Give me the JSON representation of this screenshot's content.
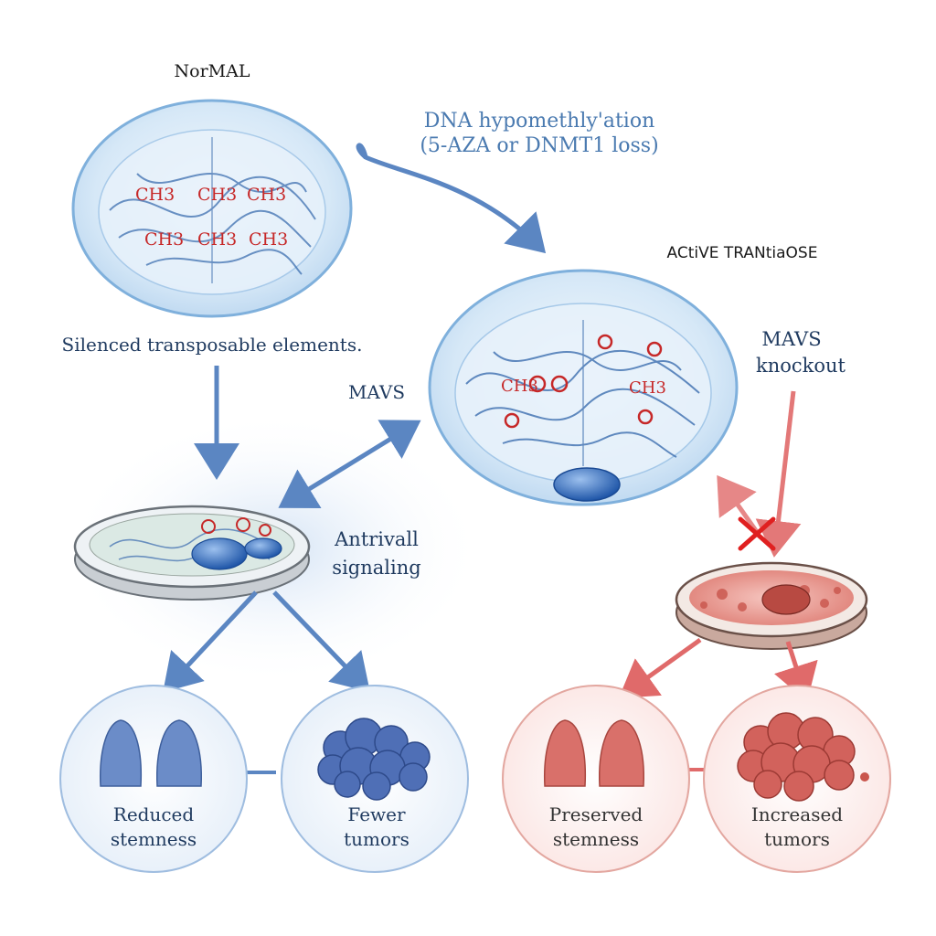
{
  "labels": {
    "normal": "NorMAL",
    "hypomethylation_line1": "DNA hypomethly'ation",
    "hypomethylation_line2": "(5-AZA or DNMT1 loss)",
    "active": "ACtiVE TRANtiaOSE",
    "silenced": "Silenced transposable elements.",
    "mavs": "MAVS",
    "mavs_knockout_line1": "MAVS",
    "mavs_knockout_line2": "knockout",
    "antiviral_line1": "Antrivall",
    "antiviral_line2": "signaling",
    "reduced_line1": "Reduced",
    "reduced_line2": "stemness",
    "fewer_line1": "Fewer",
    "fewer_line2": "tumors",
    "preserved_line1": "Preserved",
    "preserved_line2": "stemness",
    "increased_line1": "Increased",
    "increased_line2": "tumors"
  },
  "methyl_groups": [
    "CH3",
    "CH3",
    "CH3",
    "CH3",
    "CH3",
    "CH3"
  ],
  "active_marks": [
    "CH3",
    "CH3"
  ],
  "colors": {
    "cell_blue": "#dcecf8",
    "cell_border": "#7fb0dc",
    "arrow_blue": "#5b86c2",
    "arrow_red": "#e06a6a",
    "text_navy": "#1f3a5f",
    "methyl_red": "#c62828",
    "tissue_red": "#d9706a",
    "tissue_blue": "#5b7fbf"
  }
}
